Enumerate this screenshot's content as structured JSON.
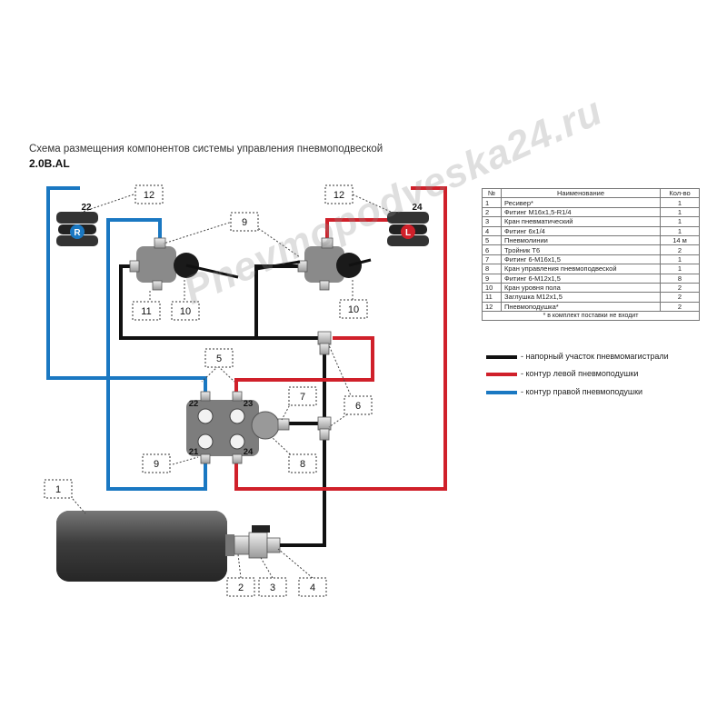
{
  "title": "Схема размещения компонентов системы управления пневмоподвеской",
  "subtitle": "2.0B.AL",
  "watermark": "Pnevmopodveska24.ru",
  "table": {
    "headers": [
      "№",
      "Наименование",
      "Кол-во"
    ],
    "rows": [
      {
        "num": "1",
        "name": "Ресивер*",
        "qty": "1"
      },
      {
        "num": "2",
        "name": "Фитинг М16х1,5-R1/4",
        "qty": "1"
      },
      {
        "num": "3",
        "name": "Кран пневматический",
        "qty": "1"
      },
      {
        "num": "4",
        "name": "Фитинг 6х1/4",
        "qty": "1"
      },
      {
        "num": "5",
        "name": "Пневмолинии",
        "qty": "14 м"
      },
      {
        "num": "6",
        "name": "Тройник Т6",
        "qty": "2"
      },
      {
        "num": "7",
        "name": "Фитинг 6-М16х1,5",
        "qty": "1"
      },
      {
        "num": "8",
        "name": "Кран управления пневмоподвеской",
        "qty": "1"
      },
      {
        "num": "9",
        "name": "Фитинг 6-М12х1,5",
        "qty": "8"
      },
      {
        "num": "10",
        "name": "Кран уровня пола",
        "qty": "2"
      },
      {
        "num": "11",
        "name": "Заглушка М12х1,5",
        "qty": "2"
      },
      {
        "num": "12",
        "name": "Пневмоподушка*",
        "qty": "2"
      }
    ],
    "note": "* в комплект поставки не входит"
  },
  "legend": [
    {
      "color": "#111111",
      "label": "- напорный участок пневмомагистрали"
    },
    {
      "color": "#d0202a",
      "label": "- контур левой пневмоподушки"
    },
    {
      "color": "#1a78c2",
      "label": "- контур правой пневмоподушки"
    }
  ],
  "callouts": {
    "c1": "1",
    "c2": "2",
    "c3": "3",
    "c4": "4",
    "c5": "5",
    "c6": "6",
    "c7": "7",
    "c8": "8",
    "c9a": "9",
    "c9b": "9",
    "c10a": "10",
    "c10b": "10",
    "c11": "11",
    "c12a": "12",
    "c12b": "12"
  },
  "ports": {
    "p21": "21",
    "p22": "22",
    "p23": "23",
    "p24": "24",
    "bag_r_num": "22",
    "bag_l_num": "24"
  },
  "bag_letters": {
    "right": "R",
    "left": "L"
  },
  "colors": {
    "pressure": "#111111",
    "left": "#d0202a",
    "right": "#1a78c2"
  }
}
